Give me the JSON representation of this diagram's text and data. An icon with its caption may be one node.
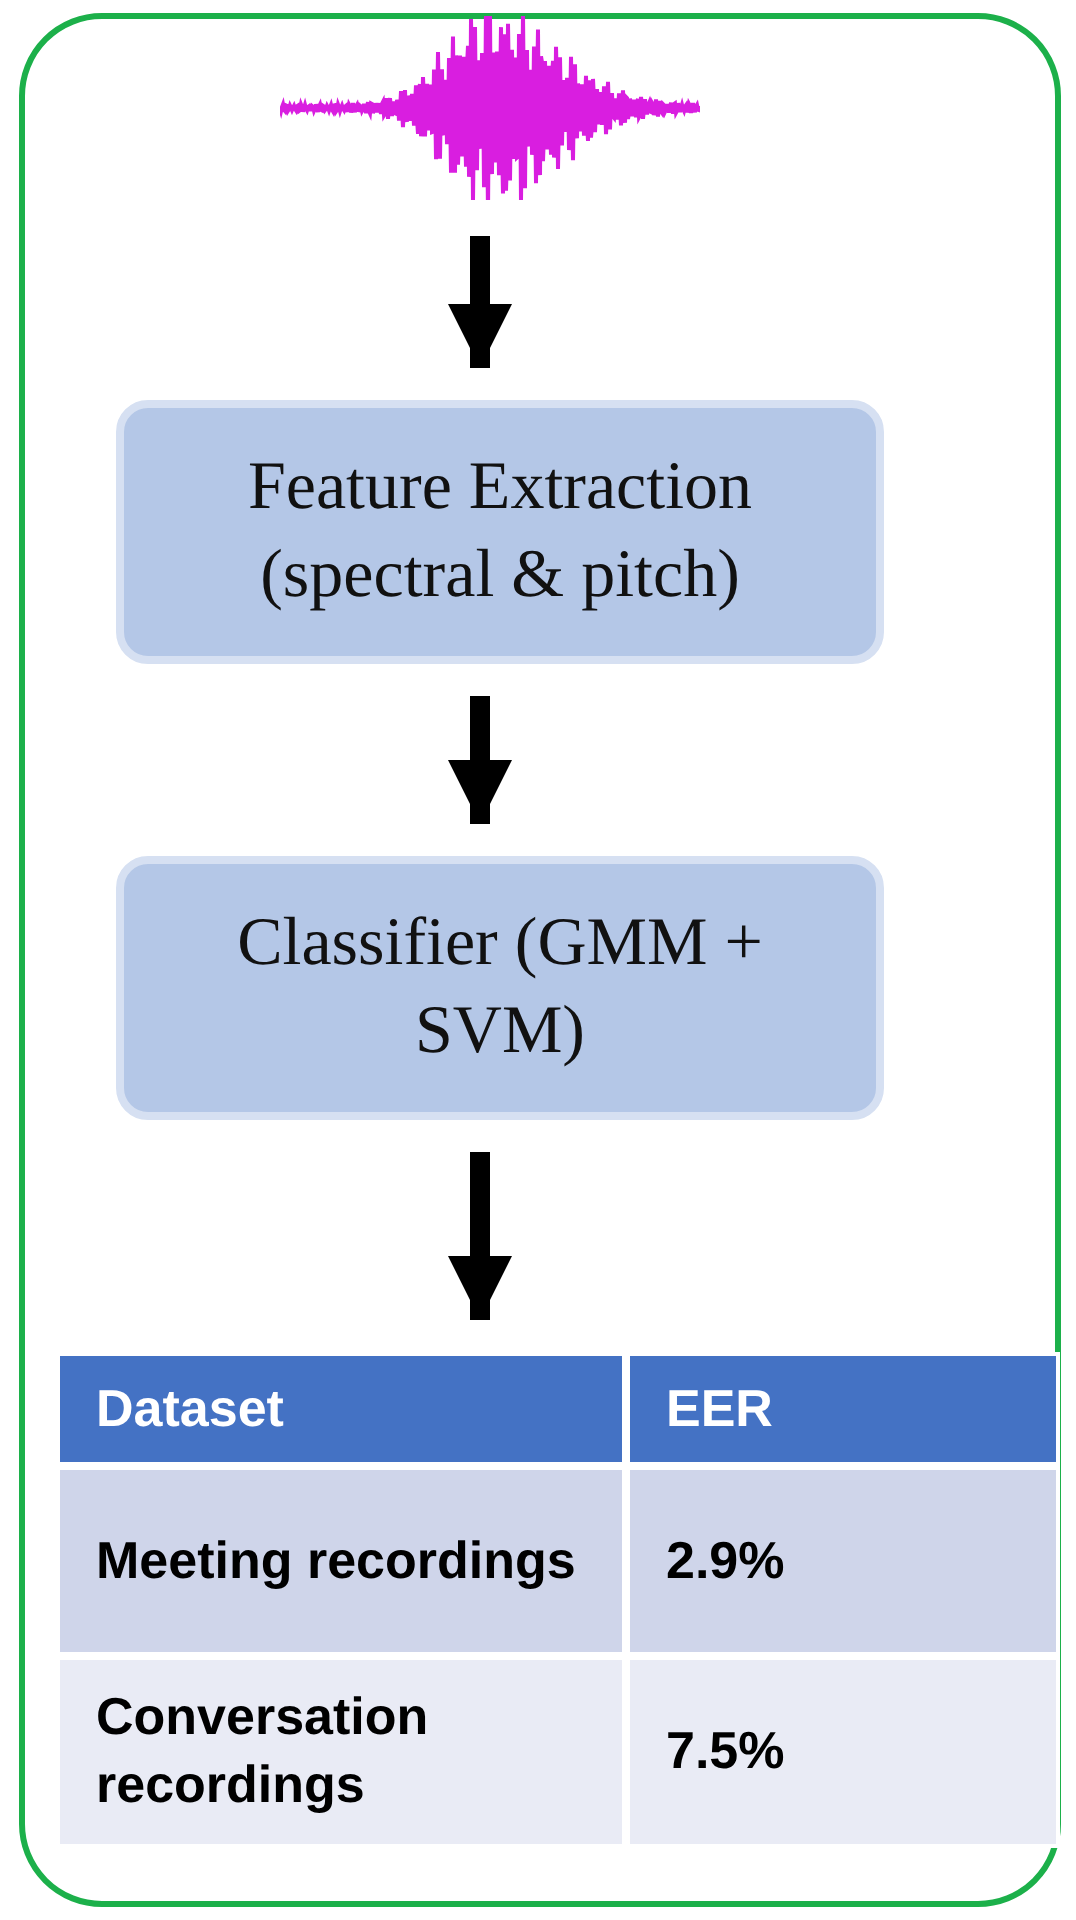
{
  "diagram": {
    "nodes": [
      {
        "text": [],
        "shape": "picture"
      },
      {
        "text": [
          "Feature Extraction (spectral & pitch)"
        ]
      },
      {
        "text": [
          "Classifier (GMM + SVM)"
        ]
      },
      {
        "text": [],
        "shape": "box"
      }
    ],
    "edges": [
      {
        "from": 0,
        "to": 1,
        "arrow": "to"
      },
      {
        "from": 1,
        "to": 2,
        "arrow": "to"
      },
      {
        "from": 2,
        "to": 3,
        "arrow": "to"
      }
    ],
    "labels": [
      "Dataset",
      "EER",
      "Meeting recordings",
      "2.9%",
      "Conversation recordings",
      "7.5%"
    ]
  }
}
